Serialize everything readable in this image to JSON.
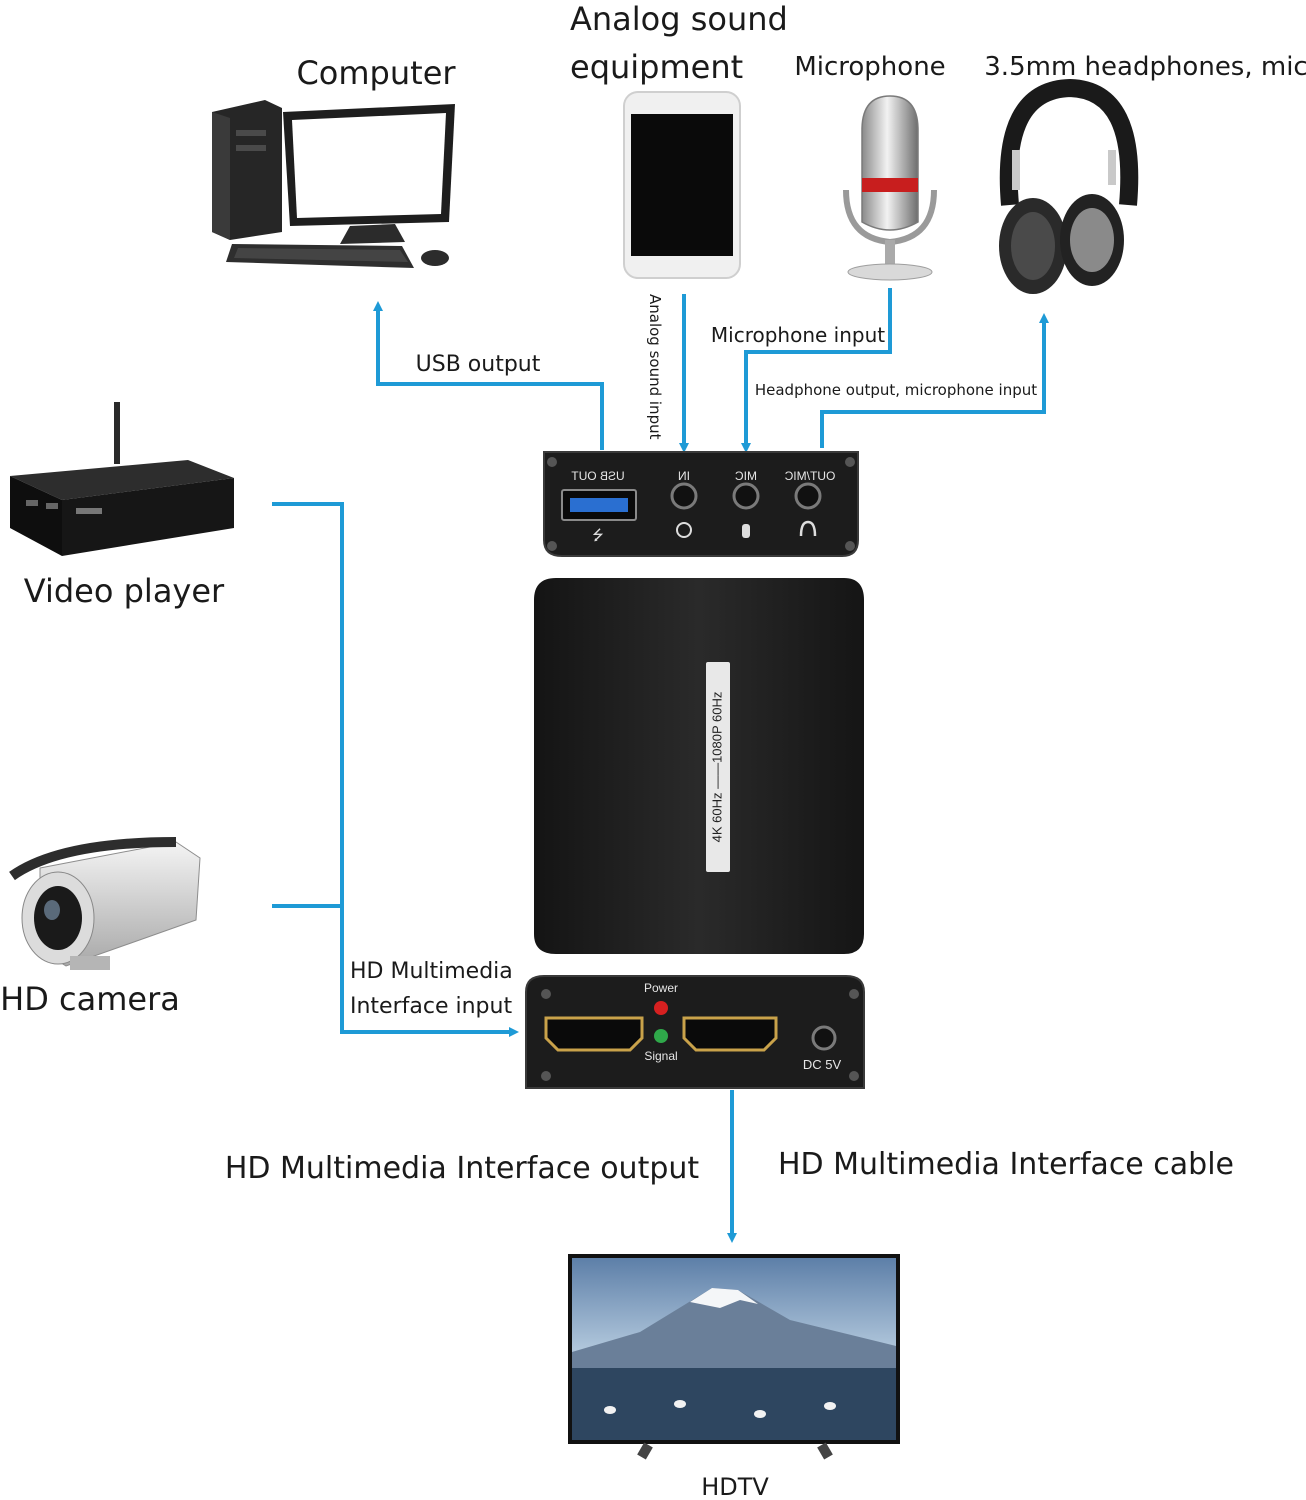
{
  "devices": {
    "computer": "Computer",
    "analog_equipment_line1": "Analog sound",
    "analog_equipment_line2": "equipment",
    "microphone": "Microphone",
    "headphones": "3.5mm headphones, mic",
    "video_player": "Video player",
    "hd_camera": "HD camera",
    "hdtv": "HDTV"
  },
  "connections": {
    "usb_output": "USB output",
    "analog_sound_input": "Analog sound input",
    "microphone_input": "Microphone input",
    "headphone_output": "Headphone output, microphone input",
    "hdmi_input_line1": "HD Multimedia",
    "hdmi_input_line2": "Interface input",
    "hdmi_output": "HD Multimedia Interface output",
    "hdmi_cable": "HD Multimedia Interface cable"
  },
  "device_ports": {
    "usb_out": "USB OUT",
    "in": "IN",
    "mic": "MIC",
    "out_mic": "OUT/MIC",
    "power": "Power",
    "signal": "Signal",
    "dc_5v": "DC 5V",
    "spec_label": "4K 60Hz ——1080P 60Hz"
  },
  "colors": {
    "connector": "#1e9ad6",
    "device_body": "#1c1c1c",
    "power_led": "#d62020",
    "signal_led": "#2fa84a"
  }
}
